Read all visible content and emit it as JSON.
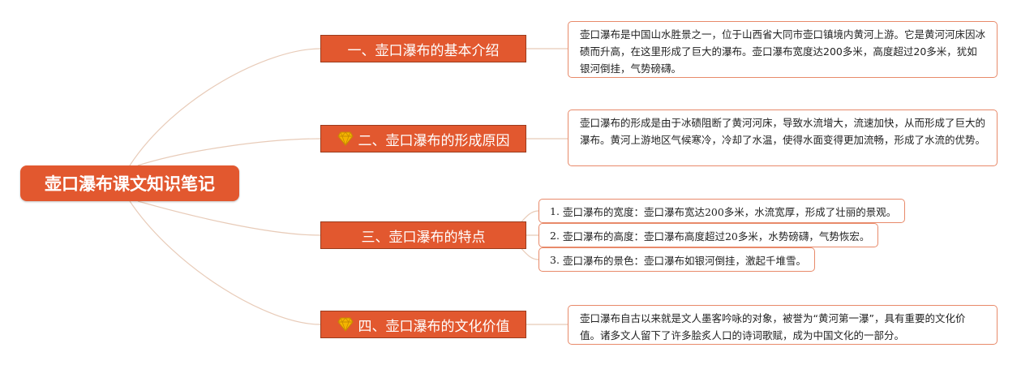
{
  "root": {
    "title": "壶口瀑布课文知识笔记"
  },
  "branches": [
    {
      "label": "一、壶口瀑布的基本介绍",
      "icon": "none",
      "note": "壶口瀑布是中国山水胜景之一，位于山西省大同市壶口镇境内黄河上游。它是黄河河床因冰碛而升高，在这里形成了巨大的瀑布。壶口瀑布宽度达200多米，高度超过20多米，犹如银河倒挂，气势磅礴。"
    },
    {
      "label": "二、壶口瀑布的形成原因",
      "icon": "diamond-icon",
      "note": "壶口瀑布的形成是由于冰碛阻断了黄河河床，导致水流增大，流速加快，从而形成了巨大的瀑布。黄河上游地区气候寒冷，冷却了水温，使得水面变得更加流畅，形成了水流的优势。"
    },
    {
      "label": "三、壶口瀑布的特点",
      "icon": "none",
      "items": [
        {
          "num": "1.",
          "text": "壶口瀑布的宽度：壶口瀑布宽达200多米，水流宽厚，形成了壮丽的景观。"
        },
        {
          "num": "2.",
          "text": "壶口瀑布的高度：壶口瀑布高度超过20多米，水势磅礴，气势恢宏。"
        },
        {
          "num": "3.",
          "text": "壶口瀑布的景色：壶口瀑布如银河倒挂，激起千堆雪。"
        }
      ]
    },
    {
      "label": "四、壶口瀑布的文化价值",
      "icon": "diamond-icon",
      "note": "壶口瀑布自古以来就是文人墨客吟咏的对象，被誉为“黄河第一瀑”，具有重要的文化价值。诸多文人留下了许多脍炙人口的诗词歌赋，成为中国文化的一部分。"
    }
  ],
  "colors": {
    "accent": "#e2582f",
    "border": "#e88a6a",
    "link": "#e8cbb8"
  }
}
